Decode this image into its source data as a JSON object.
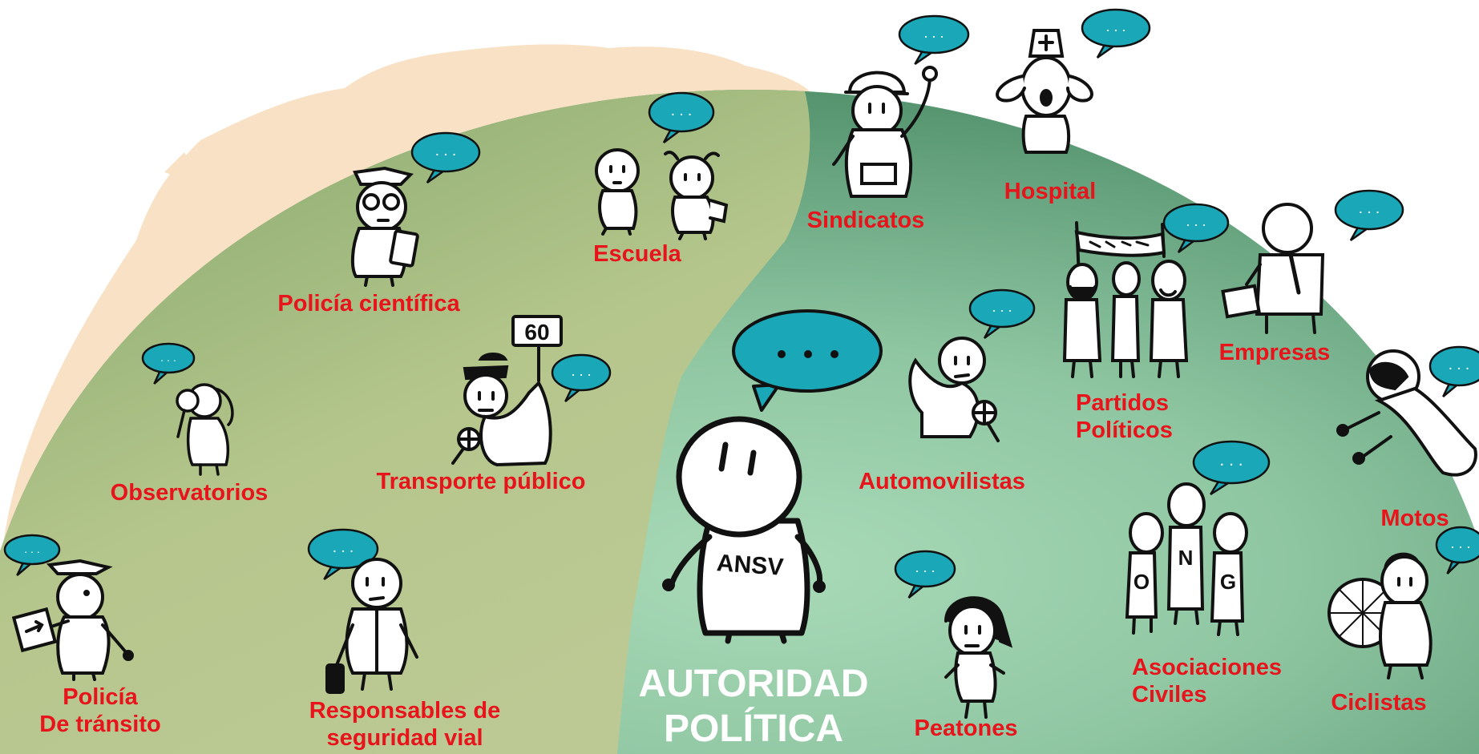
{
  "center": {
    "line1": "AUTORIDAD",
    "line2": "POLÍTICA",
    "shirt": "ANSV"
  },
  "speech_bubble_text": ". . .",
  "colors": {
    "label": "#e8141b",
    "globe_green": "#6fa888",
    "left_zone": "#a9bd7c",
    "bubble": "#1aa7b8",
    "beige": "#f8e1c4"
  },
  "actors": {
    "policia_transito": {
      "line1": "Policía",
      "line2": "De tránsito"
    },
    "responsables": {
      "line1": "Responsables de",
      "line2": "seguridad vial"
    },
    "observatorios": {
      "label": "Observatorios"
    },
    "transporte": {
      "label": "Transporte público",
      "sign": "60"
    },
    "policia_cientifica": {
      "label": "Policía científica"
    },
    "escuela": {
      "label": "Escuela"
    },
    "sindicatos": {
      "label": "Sindicatos"
    },
    "hospital": {
      "label": "Hospital"
    },
    "automovilistas": {
      "label": "Automovilistas"
    },
    "partidos": {
      "line1": "Partidos",
      "line2": "Políticos"
    },
    "empresas": {
      "label": "Empresas"
    },
    "motos": {
      "label": "Motos"
    },
    "asociaciones": {
      "line1": "Asociaciones",
      "line2": "Civiles",
      "letters": [
        "O",
        "N",
        "G"
      ]
    },
    "ciclistas": {
      "label": "Ciclistas"
    },
    "peatones": {
      "label": "Peatones"
    }
  }
}
